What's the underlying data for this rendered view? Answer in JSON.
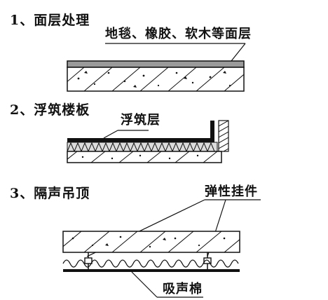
{
  "sections": [
    {
      "heading": "1、面层处理",
      "callout": "地毯、橡胶、软木等面层"
    },
    {
      "heading": "2、浮筑楼板",
      "callout": "浮筑层"
    },
    {
      "heading": "3、隔声吊顶",
      "callout_top": "弹性挂件",
      "callout_bottom": "吸声棉"
    }
  ],
  "colors": {
    "ink": "#111111",
    "surface_layer": "#9a9a9a",
    "insulation_fill": "#dcdcdc"
  }
}
